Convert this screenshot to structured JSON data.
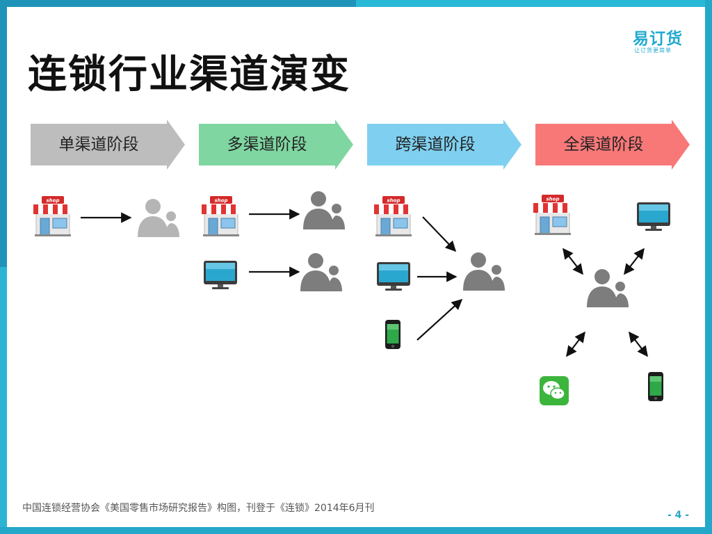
{
  "slide": {
    "title": "连锁行业渠道演变",
    "logo": {
      "text": "易订货",
      "slogan": "让订货更简单"
    },
    "stages": [
      {
        "label": "单渠道阶段",
        "color": "#bdbdbd"
      },
      {
        "label": "多渠道阶段",
        "color": "#7fd6a1"
      },
      {
        "label": "跨渠道阶段",
        "color": "#7fd0f0"
      },
      {
        "label": "全渠道阶段",
        "color": "#f87878"
      }
    ],
    "icons": {
      "shop_sign": "shop",
      "shop": "shop-icon",
      "computer": "computer-monitor-icon",
      "phone": "smartphone-icon",
      "wechat": "wechat-icon",
      "customer": "customer-group-icon"
    },
    "footer_note": "中国连锁经营协会《美国零售市场研究报告》构图，刊登于《连锁》2014年6月刊",
    "page_number": "- 4 -"
  }
}
